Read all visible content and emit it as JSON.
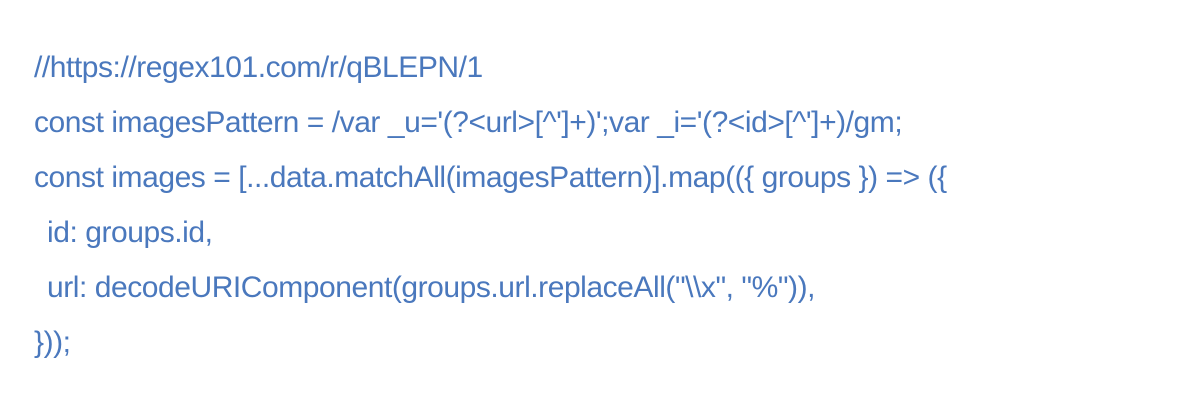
{
  "snippet": {
    "language": "javascript",
    "text_color": "#4a78bd",
    "background_color": "#ffffff",
    "lines": [
      {
        "indent": 0,
        "text": "//https://regex101.com/r/qBLEPN/1"
      },
      {
        "indent": 0,
        "text": "const imagesPattern = /var _u='(?<url>[^']+)';var _i='(?<id>[^']+)/gm;"
      },
      {
        "indent": 0,
        "text": "const images = [...data.matchAll(imagesPattern)].map(({ groups }) => ({"
      },
      {
        "indent": 1,
        "text": "id: groups.id,"
      },
      {
        "indent": 1,
        "text": "url: decodeURIComponent(groups.url.replaceAll(\"\\\\x\", \"%\")),"
      },
      {
        "indent": 0,
        "text": "}));"
      }
    ]
  }
}
